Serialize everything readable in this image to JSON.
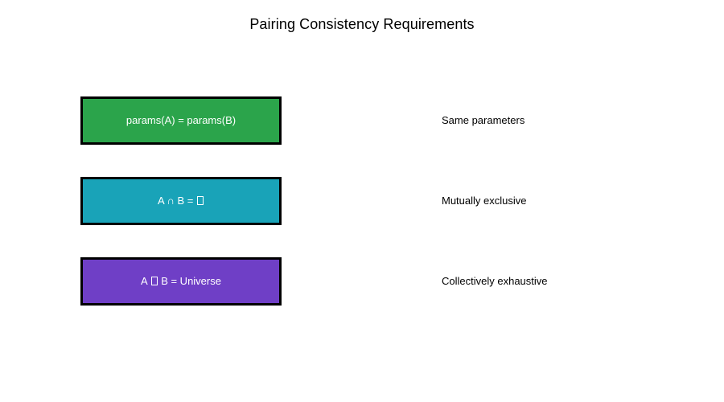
{
  "figure": {
    "title": "Pairing Consistency Requirements",
    "background_color": "#ffffff",
    "text_color": "#000000",
    "box_border_color": "#000000",
    "box_label_color": "#ffffff"
  },
  "rows": [
    {
      "box_label_prefix": "params(A) = params(B)",
      "box_label_suffix": "",
      "has_missing_glyph": false,
      "box_color": "#2ba44b",
      "description": "Same parameters"
    },
    {
      "box_label_prefix": "A ∩ B = ",
      "box_label_suffix": "",
      "has_missing_glyph": true,
      "box_color": "#19a3b8",
      "description": "Mutually exclusive"
    },
    {
      "box_label_prefix": "A ",
      "box_label_suffix": " B = Universe",
      "has_missing_glyph": true,
      "box_color": "#6f3fc6",
      "description": "Collectively exhaustive"
    }
  ]
}
